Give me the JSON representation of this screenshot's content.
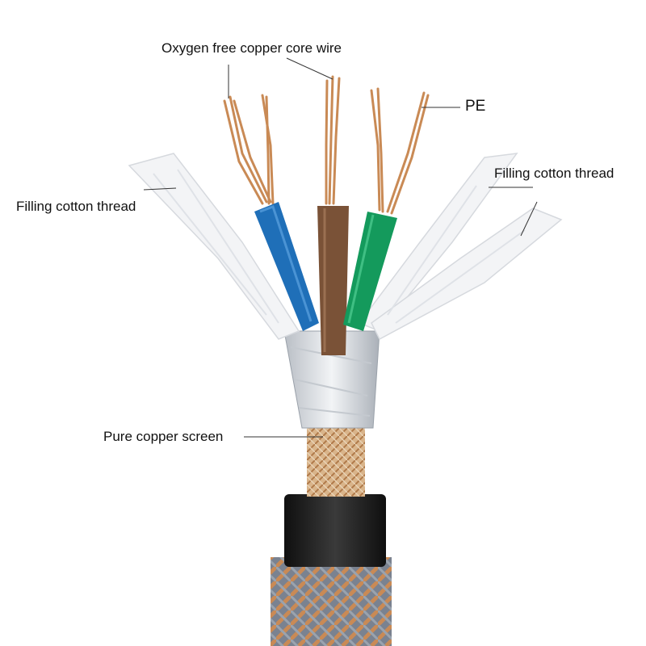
{
  "labels": {
    "core_wire": "Oxygen free copper core wire",
    "pe": "PE",
    "filling_left": "Filling cotton thread",
    "filling_right": "Filling cotton thread",
    "screen": "Pure copper screen"
  },
  "colors": {
    "background": "#ffffff",
    "blue_insulation": "#1f6fb8",
    "brown_insulation": "#7a5237",
    "green_insulation": "#149a5c",
    "copper": "#c98a55",
    "black_jacket": "#1c1c1c",
    "cotton_thread": "#f3f4f6",
    "foil": "#d9dde2",
    "leader_line": "#333333"
  },
  "icons": [
    "cable-illustration"
  ]
}
